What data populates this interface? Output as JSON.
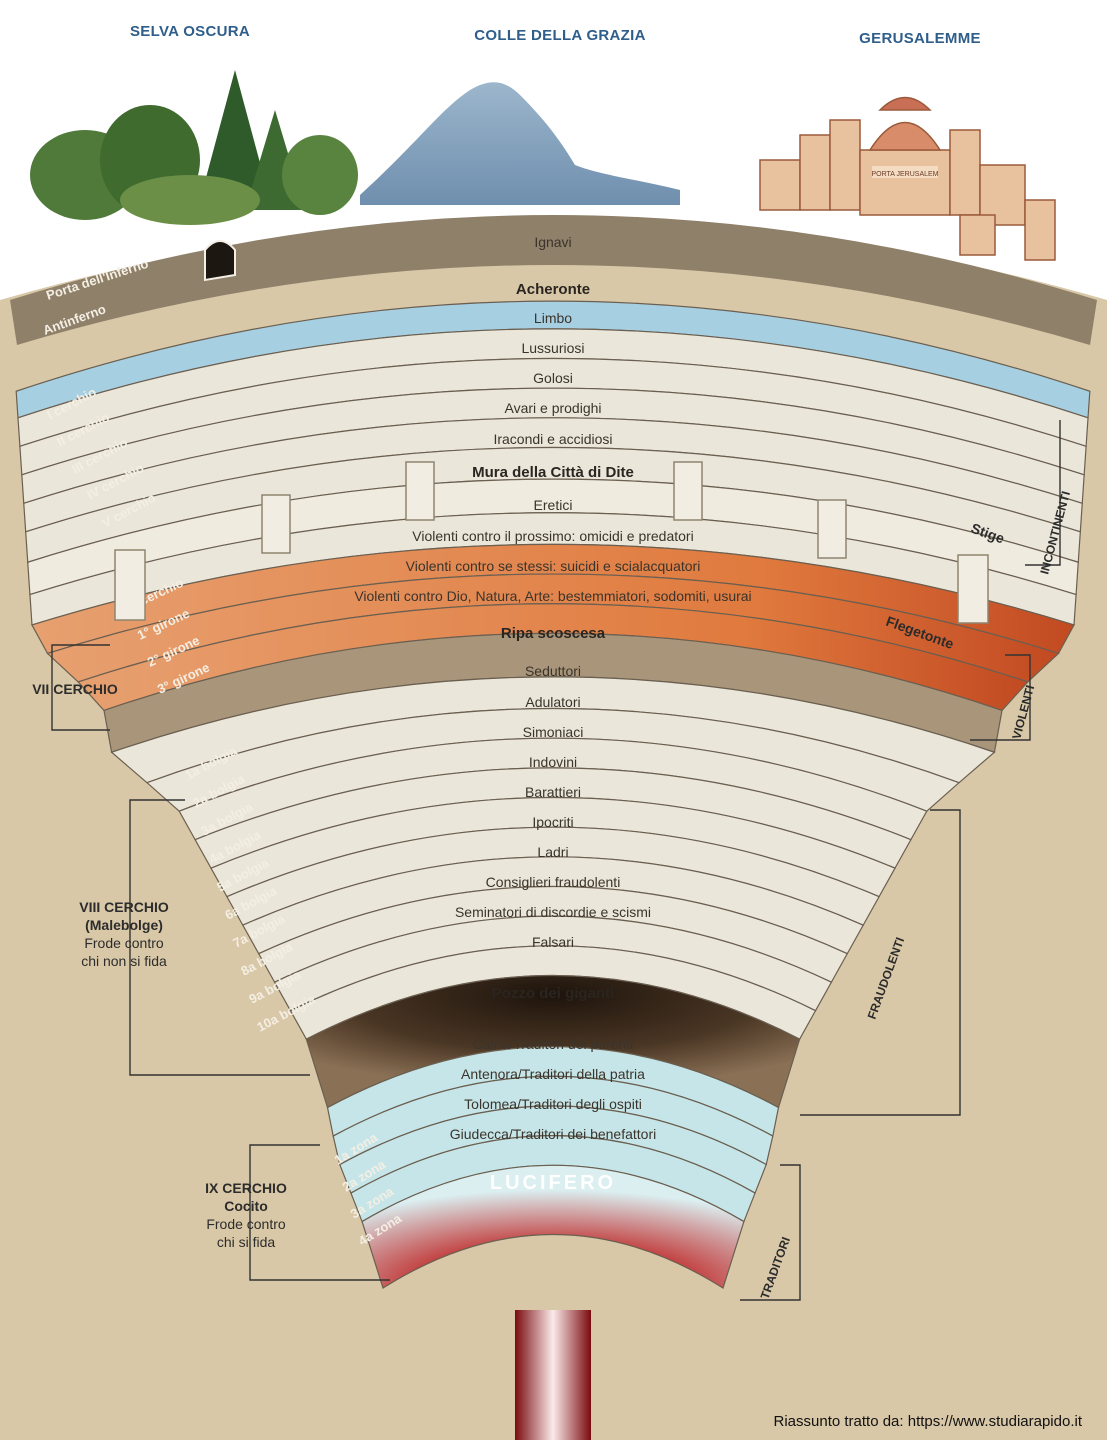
{
  "top_labels": {
    "left": "SELVA OSCURA",
    "center": "COLLE DELLA GRAZIA",
    "right": "GERUSALEMME"
  },
  "bands": [
    "Ignavi",
    "Acheronte",
    "Limbo",
    "Lussuriosi",
    "Golosi",
    "Avari e prodighi",
    "Iracondi e accidiosi",
    "Mura della Città di Dite",
    "Eretici",
    "Violenti contro il prossimo: omicidi e predatori",
    "Violenti contro se stessi: suicidi e scialacquatori",
    "Violenti contro Dio, Natura, Arte: bestemmiatori, sodomiti, usurai",
    "Ripa scoscesa",
    "Seduttori",
    "Adulatori",
    "Simoniaci",
    "Indovini",
    "Barattieri",
    "Ipocriti",
    "Ladri",
    "Consiglieri fraudolenti",
    "Seminatori di discordie e scismi",
    "Falsari",
    "Pozzo dei giganti",
    "Caina/Traditori dei parenti",
    "Antenora/Traditori della patria",
    "Tolomea/Traditori degli ospiti",
    "Giudecca/Traditori dei benefattori",
    "LUCIFERO"
  ],
  "side_labels": [
    "Porta dell'Inferno",
    "Antinferno",
    "I cerchio",
    "II cerchio",
    "III cerchio",
    "IV cerchio",
    "V cerchio",
    "VI cerchio",
    "1° girone",
    "2° girone",
    "3° girone",
    "1a bolgia",
    "2a bolgia",
    "3a bolgia",
    "4a bolgia",
    "5a bolgia",
    "6a bolgia",
    "7a bolgia",
    "8a bolgia",
    "9a bolgia",
    "10a bolgia",
    "1a zona",
    "2a zona",
    "3a zona",
    "4a zona"
  ],
  "rivers": {
    "stige": "Stige",
    "flegetonte": "Flegetonte"
  },
  "section_labels": {
    "vii": "VII CERCHIO",
    "viii_title": "VIII CERCHIO",
    "viii_sub": "(Malebolge)",
    "viii_desc1": "Frode contro",
    "viii_desc2": "chi non si fida",
    "ix_title": "IX CERCHIO",
    "ix_sub": "Cocito",
    "ix_desc1": "Frode contro",
    "ix_desc2": "chi si fida"
  },
  "categories": [
    "INCONTINENTI",
    "VIOLENTI",
    "FRAUDOLENTI",
    "TRADITORI"
  ],
  "city_sign": "PORTA JERUSALEM",
  "credit": "Riassunto tratto da: https://www.studiarapido.it",
  "colors": {
    "sky": "#ffffff",
    "earth": "#d9c8a7",
    "earth_crust": "#8c7c63",
    "band_light": "#eae5d8",
    "water": "#9ec8df",
    "fire": "#e58a4b",
    "ice": "#bfe2e6",
    "pit_dark": "#3a2a1c",
    "lucifer_glow": "#b0121a"
  }
}
